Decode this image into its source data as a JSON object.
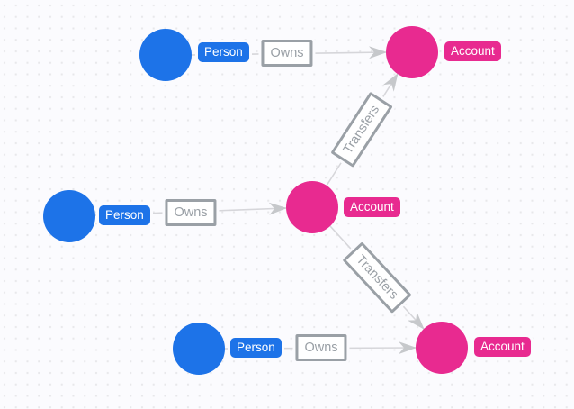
{
  "canvas": {
    "description": "graph visualization canvas with dotted grid"
  },
  "colors": {
    "background": "#fbfbfe",
    "grid_dot": "#e7e7ea",
    "person_node": "#1d73e8",
    "account_node": "#e82a90",
    "edge_line": "#d6d6da",
    "arrowhead": "#c6c8cb",
    "edge_label_border": "#9aa0a6",
    "edge_label_text": "#9aa0a6",
    "node_label_text": "#ffffff"
  },
  "nodes": [
    {
      "id": "person-1",
      "type": "Person",
      "label": "Person"
    },
    {
      "id": "account-1",
      "type": "Account",
      "label": "Account"
    },
    {
      "id": "person-2",
      "type": "Person",
      "label": "Person"
    },
    {
      "id": "account-2",
      "type": "Account",
      "label": "Account"
    },
    {
      "id": "person-3",
      "type": "Person",
      "label": "Person"
    },
    {
      "id": "account-3",
      "type": "Account",
      "label": "Account"
    }
  ],
  "edges": [
    {
      "from": "person-1",
      "to": "account-1",
      "label": "Owns"
    },
    {
      "from": "person-2",
      "to": "account-2",
      "label": "Owns"
    },
    {
      "from": "person-3",
      "to": "account-3",
      "label": "Owns"
    },
    {
      "from": "account-2",
      "to": "account-1",
      "label": "Transfers"
    },
    {
      "from": "account-2",
      "to": "account-3",
      "label": "Transfers"
    }
  ]
}
